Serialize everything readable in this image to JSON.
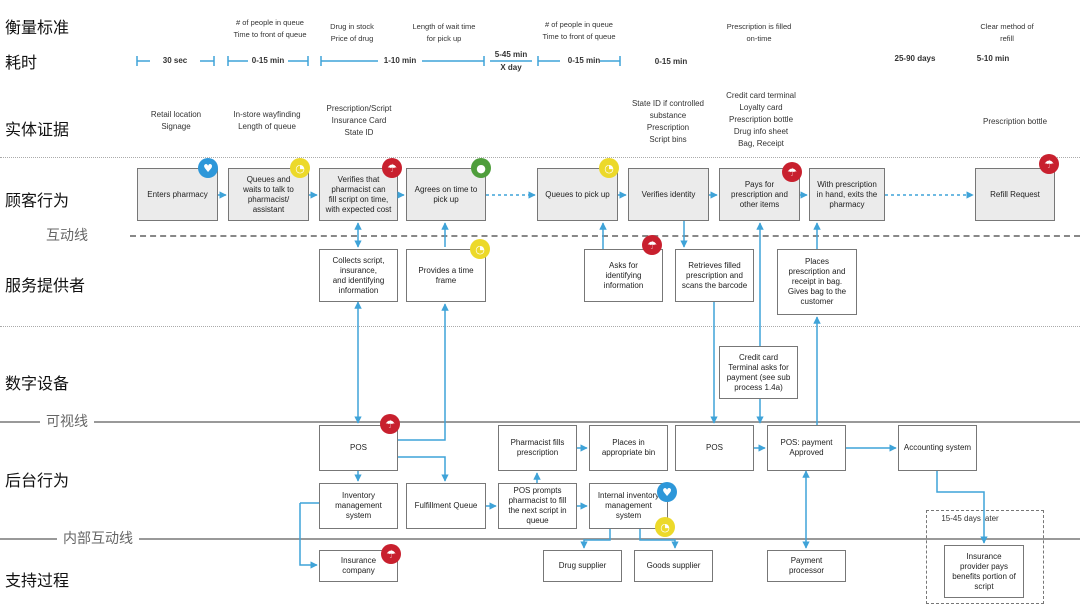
{
  "rows": {
    "standard": "衡量标准",
    "time": "耗时",
    "evidence": "实体证据",
    "customer": "顾客行为",
    "interaction": "互动线",
    "provider": "服务提供者",
    "digital": "数字设备",
    "visibility": "可视线",
    "backstage": "后台行为",
    "internal": "内部互动线",
    "support": "支持过程"
  },
  "metrics": {
    "m1": "# of people in queue\nTime to front of queue",
    "m2": "Drug in stock\nPrice of drug",
    "m3": "Length of wait time\nfor pick up",
    "m4": "# of people in queue\nTime to front of queue",
    "m5": "Prescription is filled\non-time",
    "m6": "Clear method of\nrefill"
  },
  "timings": {
    "t1": "30 sec",
    "t2": "0-15 min",
    "t3": "1-10 min",
    "t4a": "5-45 min",
    "t4b": "X day",
    "t5": "0-15 min",
    "t6": "0-15 min",
    "t7": "25-90 days",
    "t8": "5-10 min"
  },
  "evidence": {
    "e1": "Retail location\nSignage",
    "e2": "In-store wayfinding\nLength of queue",
    "e3": "Prescription/Script\nInsurance Card\nState ID",
    "e4": "State ID if controlled\nsubstance\nPrescription\nScript bins",
    "e5": "Credit card terminal\nLoyalty card\nPrescription bottle\nDrug info sheet\nBag, Receipt",
    "e6": "Prescription bottle"
  },
  "customer": {
    "c1": "Enters pharmacy",
    "c2": "Queues and\nwaits to talk to\npharmacist/\nassistant",
    "c3": "Verifies that\npharmacist can\nfill script on time,\nwith expected cost",
    "c4": "Agrees on time to\npick up",
    "c5": "Queues to pick up",
    "c6": "Verifies identity",
    "c7": "Pays for\nprescription and\nother items",
    "c8": "With prescription\nin hand, exits the\npharmacy",
    "c9": "Refill Request"
  },
  "provider": {
    "p1": "Collects script,\ninsurance,\nand identifying\ninformation",
    "p2": "Provides a time\nframe",
    "p3": "Asks for\nidentifying\ninformation",
    "p4": "Retrieves filled\nprescription and\nscans the barcode",
    "p5": "Places\nprescription and\nreceipt in bag.\nGives bag to the\ncustomer"
  },
  "digital": {
    "d1": "Credit card\nTerminal asks for\npayment (see sub\nprocess 1.4a)"
  },
  "backstage": {
    "b1": "POS",
    "b2": "Inventory\nmanagement\nsystem",
    "b3": "Fulfillment Queue",
    "b4": "Pharmacist fills\nprescription",
    "b5": "Places in\nappropriate bin",
    "b6": "POS prompts\npharmacist to fill\nthe next script in\nqueue",
    "b7": "Internal inventory\nmanagement\nsystem",
    "b8": "POS",
    "b9": "POS: payment\nApproved",
    "b10": "Accounting system"
  },
  "support": {
    "s1": "Insurance\ncompany",
    "s2": "Drug supplier",
    "s3": "Goods supplier",
    "s4": "Payment\nprocessor",
    "s5": "Insurance\nprovider pays\nbenefits portion of\nscript",
    "s6": "15-45 days later"
  },
  "colors": {
    "accent": "#3fa3d8",
    "red": "#c8202e",
    "yellow": "#ecd92a",
    "green": "#4f9e3c",
    "blue_badge": "#2d97d9"
  },
  "badges": {
    "k1": "heart-icon",
    "k2": "clock-icon",
    "k3": "umbrella-icon",
    "k4": "apple-icon",
    "k5": "clock-icon",
    "k6": "clock-icon",
    "k7": "umbrella-icon",
    "k8": "umbrella-icon",
    "k9": "umbrella-icon",
    "k10": "umbrella-icon",
    "k11": "heart-icon",
    "k12": "clock-icon",
    "k13": "umbrella-icon"
  }
}
